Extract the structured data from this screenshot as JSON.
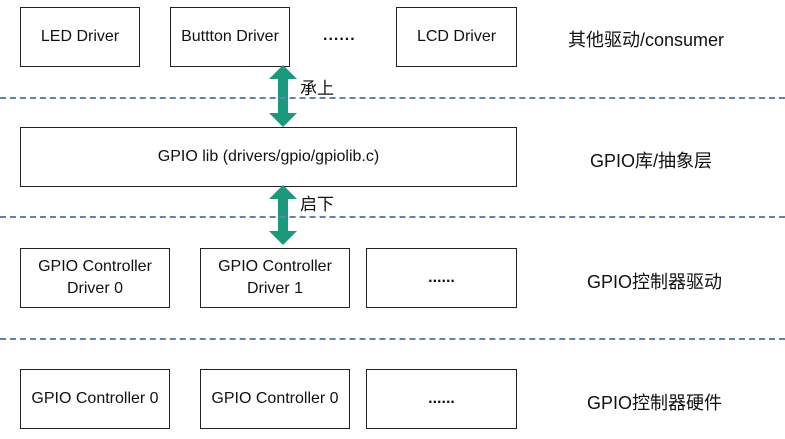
{
  "layer1": {
    "boxes": [
      "LED Driver",
      "Buttton Driver",
      "LCD Driver"
    ],
    "ellipsis": "......",
    "label": "其他驱动/consumer"
  },
  "arrow1": {
    "label": "承上",
    "color": "#1a9a7c"
  },
  "layer2": {
    "box": "GPIO lib (drivers/gpio/gpiolib.c)",
    "label": "GPIO库/抽象层"
  },
  "arrow2": {
    "label": "启下",
    "color": "#1a9a7c"
  },
  "layer3": {
    "boxes": [
      "GPIO Controller\nDriver 0",
      "GPIO Controller\nDriver 1",
      "......"
    ],
    "label": "GPIO控制器驱动"
  },
  "layer4": {
    "boxes": [
      "GPIO Controller 0",
      "GPIO Controller 0",
      "......"
    ],
    "label": "GPIO控制器硬件"
  },
  "separator_color": "#5a84b4"
}
